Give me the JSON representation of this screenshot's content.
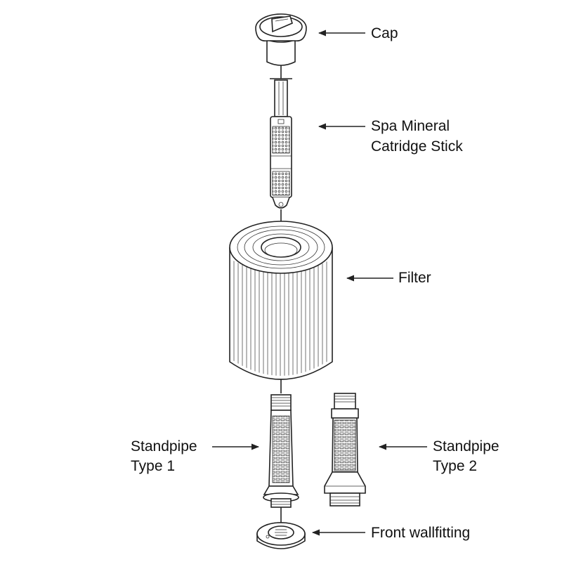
{
  "labels": {
    "cap": "Cap",
    "mineral_line1": "Spa Mineral",
    "mineral_line2": "Catridge Stick",
    "filter": "Filter",
    "standpipe1_line1": "Standpipe",
    "standpipe1_line2": "Type 1",
    "standpipe2_line1": "Standpipe",
    "standpipe2_line2": "Type 2",
    "wallfitting": "Front wallfitting"
  },
  "colors": {
    "line": "#222222",
    "background": "#ffffff"
  }
}
